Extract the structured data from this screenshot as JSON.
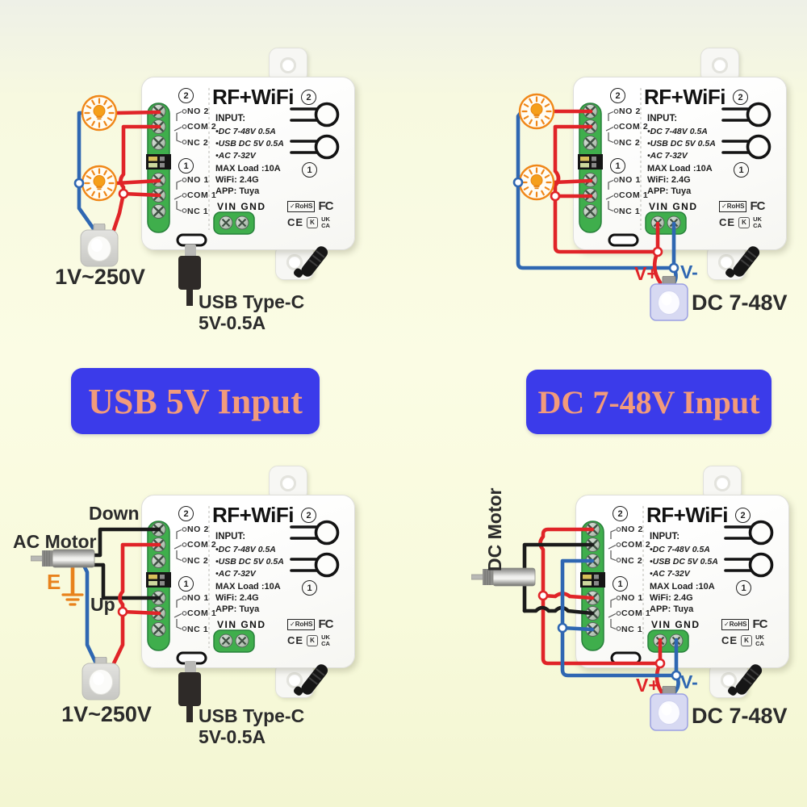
{
  "banners": {
    "left": "USB 5V Input",
    "right": "DC 7-48V Input"
  },
  "module": {
    "title": "RF+WiFi",
    "channel_top": "2",
    "channel_bottom": "1",
    "terminals": [
      "NO 2",
      "COM 2",
      "NC 2",
      "NO 1",
      "COM 1",
      "NC 1"
    ],
    "input_heading": "INPUT:",
    "input_lines": [
      "•DC 7-48V 0.5A",
      "•USB DC 5V 0.5A",
      "•AC 7-32V"
    ],
    "specs": [
      "MAX Load :10A",
      "WiFi: 2.4G",
      "APP: Tuya"
    ],
    "vin_gnd": "VIN GND",
    "certs": {
      "rohs": "✓RoHS",
      "fcc": "FC",
      "ce": "CE",
      "kc": "K",
      "ukca_top": "UK",
      "ukca_bottom": "CA"
    }
  },
  "labels": {
    "tl_power": "1V~250V",
    "tl_usb_line1": "USB Type-C",
    "tl_usb_line2": "5V-0.5A",
    "tr_vplus": "V+",
    "tr_vminus": "V-",
    "tr_power": "DC 7-48V",
    "bl_down": "Down",
    "bl_motor": "AC Motor",
    "bl_earth": "E",
    "bl_up": "Up",
    "bl_power": "1V~250V",
    "bl_usb_line1": "USB Type-C",
    "bl_usb_line2": "5V-0.5A",
    "br_motor": "DC Motor",
    "br_vplus": "V+",
    "br_vminus": "V-",
    "br_power": "DC 7-48V"
  },
  "colors": {
    "wire_red": "#e02428",
    "wire_blue": "#2f67b2",
    "wire_black": "#1b1b1b",
    "earth_orange": "#e8821c",
    "bulb_orange": "#f08718",
    "terminal_green": "#3fae4c",
    "banner_bg": "#3b3bea",
    "banner_text": "#f29b7b"
  }
}
